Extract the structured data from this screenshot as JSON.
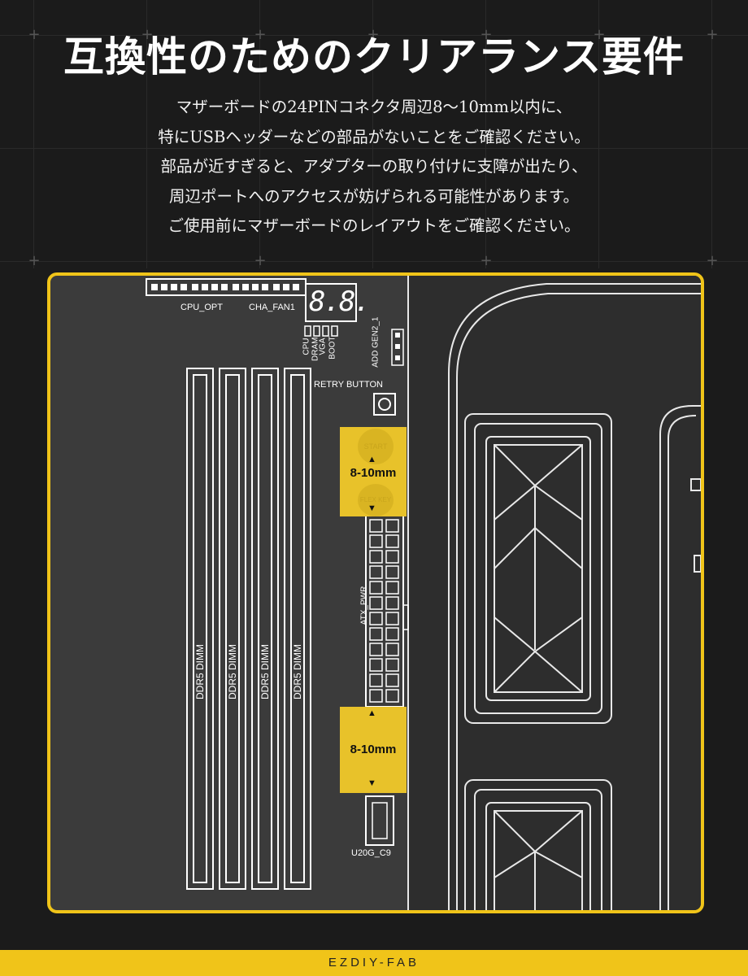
{
  "title": "互換性のためのクリアランス要件",
  "description": [
    "マザーボードの24PINコネクタ周辺8～10mm以内に、",
    "特にUSBヘッダーなどの部品がないことをご確認ください。",
    "部品が近すぎると、アダプターの取り付けに支障が出たり、",
    "周辺ポートへのアクセスが妨げられる可能性があります。",
    "ご使用前にマザーボードのレイアウトをご確認ください。"
  ],
  "board": {
    "headers": {
      "cpu_opt": "CPU_OPT",
      "cha_fan": "CHA_FAN1"
    },
    "debug_display": "8.8.",
    "leds": [
      "CPU",
      "DRAM",
      "VGA",
      "BOOT"
    ],
    "add_gen": "ADD GEN2_1",
    "retry_button": "RETRY BUTTON",
    "start_label": "START",
    "flex_label": "FLEX KEY",
    "clearance_top": "8-10mm",
    "clearance_bottom": "8-10mm",
    "atx_pwr": "ATX_PWR",
    "usb_header": "U20G_C9",
    "dimm_slots": [
      "DDR5 DIMM",
      "DDR5 DIMM",
      "DDR5 DIMM",
      "DDR5 DIMM"
    ]
  },
  "footer": {
    "brand": "EZDIY-FAB"
  },
  "colors": {
    "accent": "#f0c419",
    "background": "#1b1b1b",
    "board": "#3b3b3b"
  }
}
